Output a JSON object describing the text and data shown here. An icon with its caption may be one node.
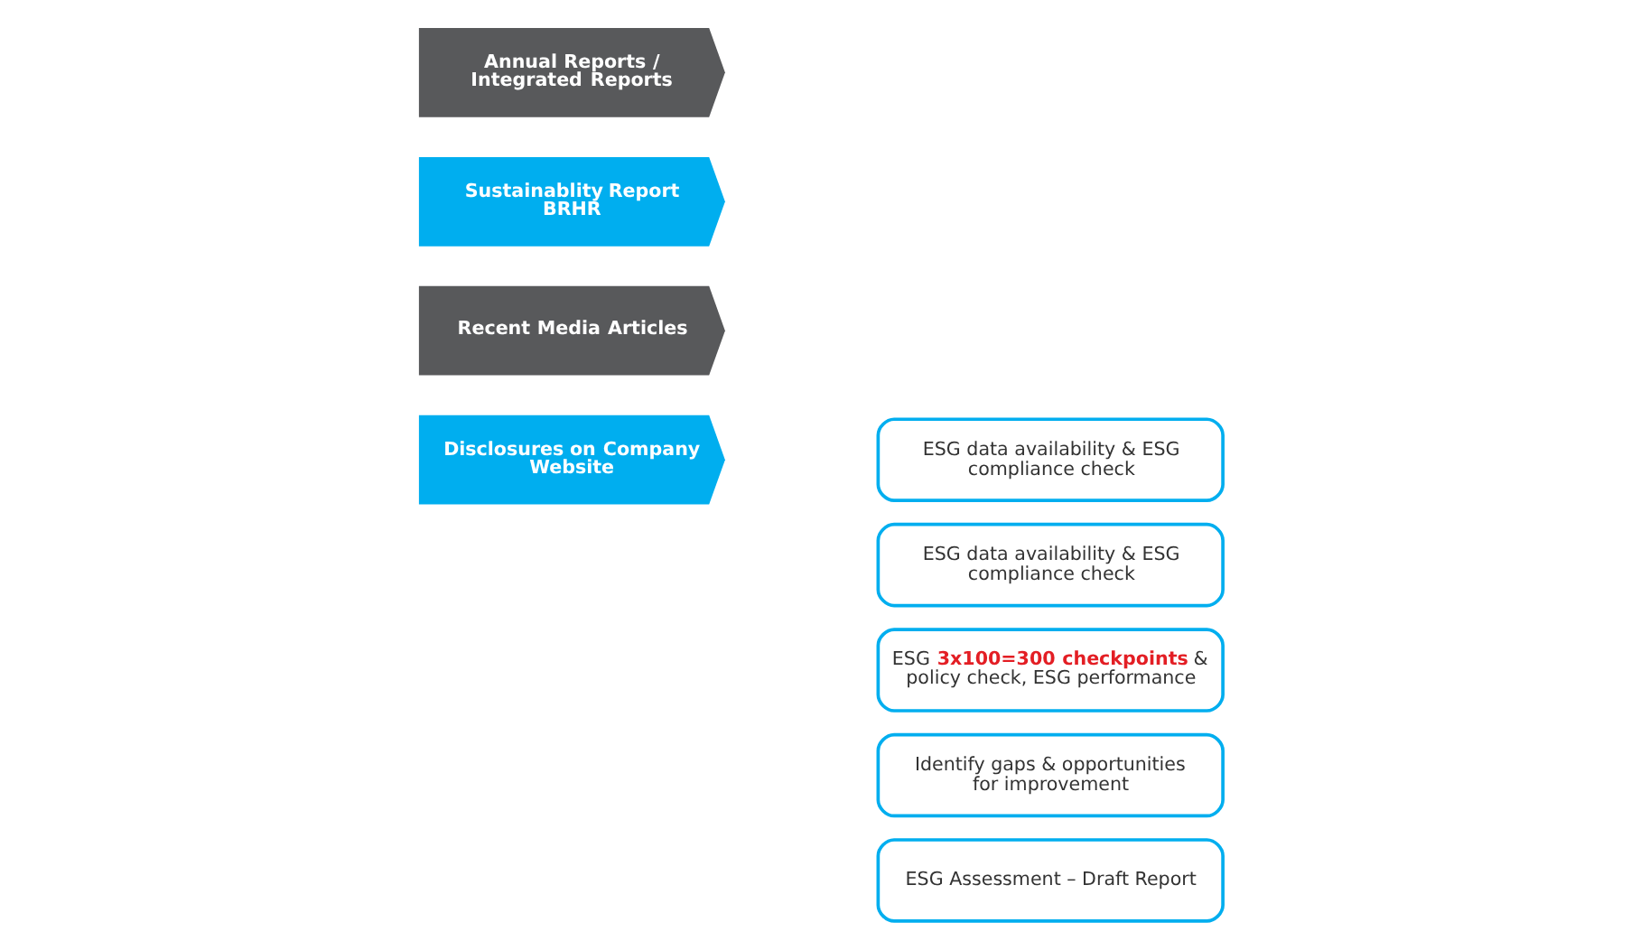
{
  "diagram": {
    "nodes": [
      {
        "text": [
          "Disclosures on Company Website"
        ]
      },
      {
        "text": [
          "Annual Reports / Integrated Reports"
        ]
      },
      {
        "text": [
          "Sustainablity Report BRHR"
        ]
      },
      {
        "text": [
          "Recent Media Articles"
        ]
      },
      {
        "text": [
          "ESG data availability & ESG compliance check"
        ]
      },
      {
        "text": [
          "ESG data availability & ESG compliance check"
        ]
      },
      {
        "text": [
          "ESG **3x100=300 checkpoints** & policy check, ESG performance"
        ]
      },
      {
        "text": [
          "Identify gaps & opportunities for improvement"
        ]
      },
      {
        "text": [
          "ESG Assessment – Draft Report"
        ]
      }
    ],
    "edges": []
  }
}
